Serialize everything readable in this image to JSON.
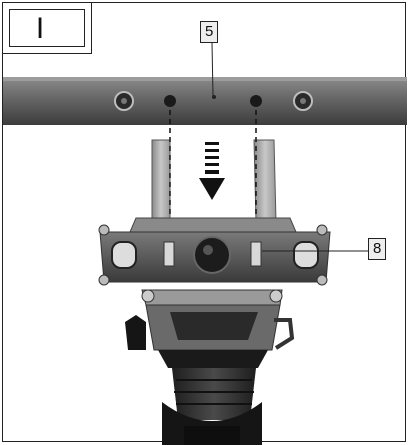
{
  "step": {
    "label": "I"
  },
  "callouts": [
    {
      "id": "5",
      "label": "5"
    },
    {
      "id": "8",
      "label": "8"
    }
  ]
}
